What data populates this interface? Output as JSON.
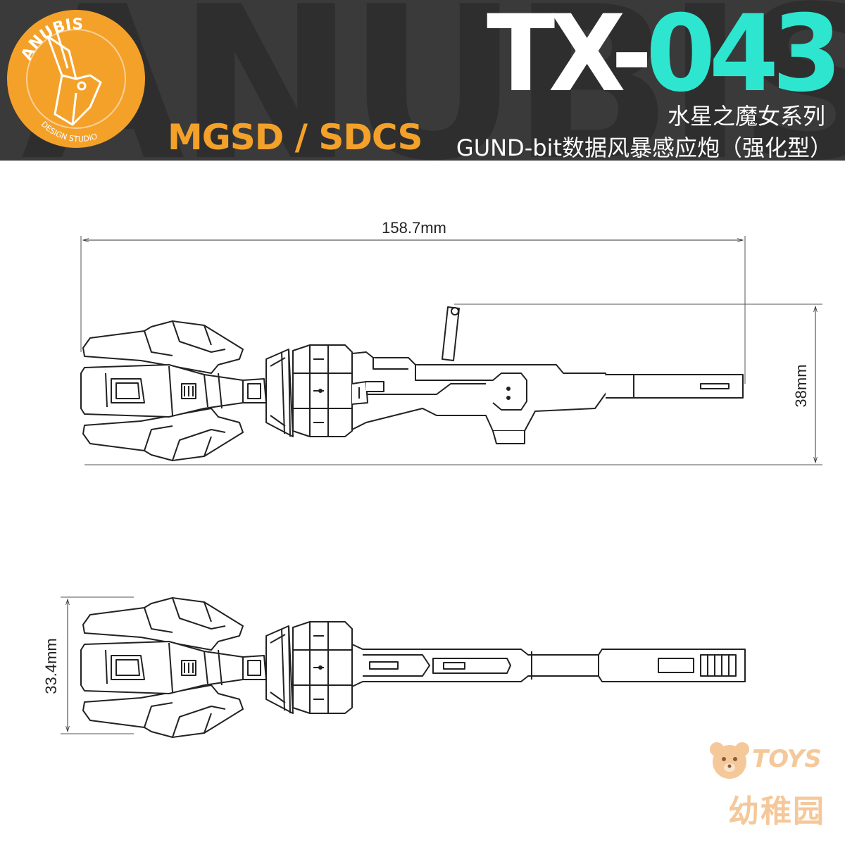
{
  "header": {
    "background_word": "ANUBIS",
    "logo_text_top": "ANUBIS",
    "logo_text_bottom": "DESIGN STUDIO",
    "series": "MGSD / SDCS",
    "model_prefix": "TX-",
    "model_number": "043",
    "subtitle_line1": "水星之魔女系列",
    "subtitle_line2": "GUND-bit数据风暴感应炮（强化型）",
    "colors": {
      "header_bg": "#3a3a3a",
      "accent_orange": "#f4a12a",
      "accent_teal": "#2ee6d0"
    }
  },
  "dimensions": {
    "length_label": "158.7mm",
    "height_label": "38mm",
    "width_label": "33.4mm"
  },
  "watermark": {
    "line1": "TOYS",
    "line2": "幼稚园",
    "icon": "bear-icon"
  }
}
